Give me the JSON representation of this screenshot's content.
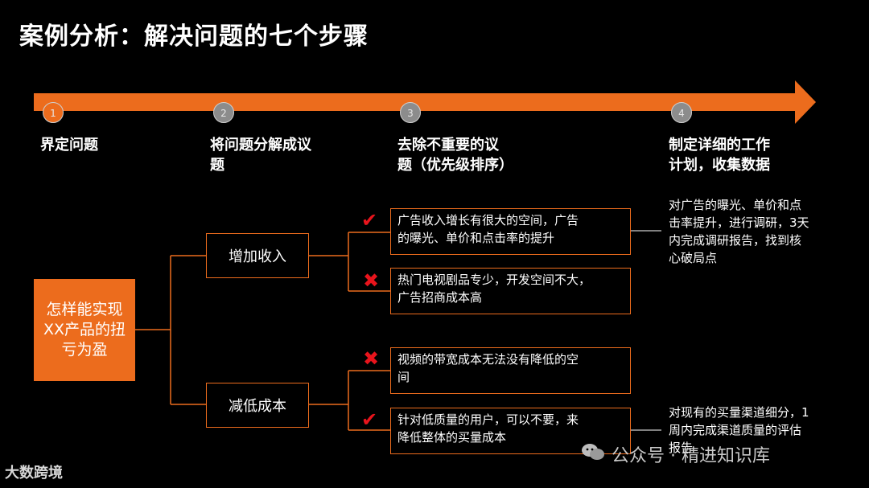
{
  "title": "案例分析：解决问题的七个步骤",
  "steps": [
    {
      "num": "1",
      "label": "界定问题"
    },
    {
      "num": "2",
      "label": "将问题分解成议\n题"
    },
    {
      "num": "3",
      "label": "去除不重要的议\n题（优先级排序）"
    },
    {
      "num": "4",
      "label": "制定详细的工作\n计划，收集数据"
    }
  ],
  "root": "怎样能实现\nXX产品的扭\n亏为盈",
  "branches": [
    "增加收入",
    "减低成本"
  ],
  "leaves": [
    "广告收入增长有很大的空间，广告\n的曝光、单价和点击率的提升",
    "热门电视剧品专少，开发空间不大，\n广告招商成本高",
    "视频的带宽成本无法没有降低的空\n间",
    "针对低质量的用户，可以不要，来\n降低整体的买量成本"
  ],
  "marks": [
    "✔",
    "✖",
    "✖",
    "✔"
  ],
  "notes": [
    "对广告的曝光、单价和点\n击率提升，进行调研，3天\n内完成调研报告，找到核\n心破局点",
    "对现有的买量渠道细分，1\n周内完成渠道质量的评估\n报告"
  ],
  "watermark": "公众号 · 精进知识库",
  "brand": "大数跨境",
  "colors": {
    "accent": "#ec6c1d",
    "check": "#e8141c",
    "background": "#000000"
  }
}
